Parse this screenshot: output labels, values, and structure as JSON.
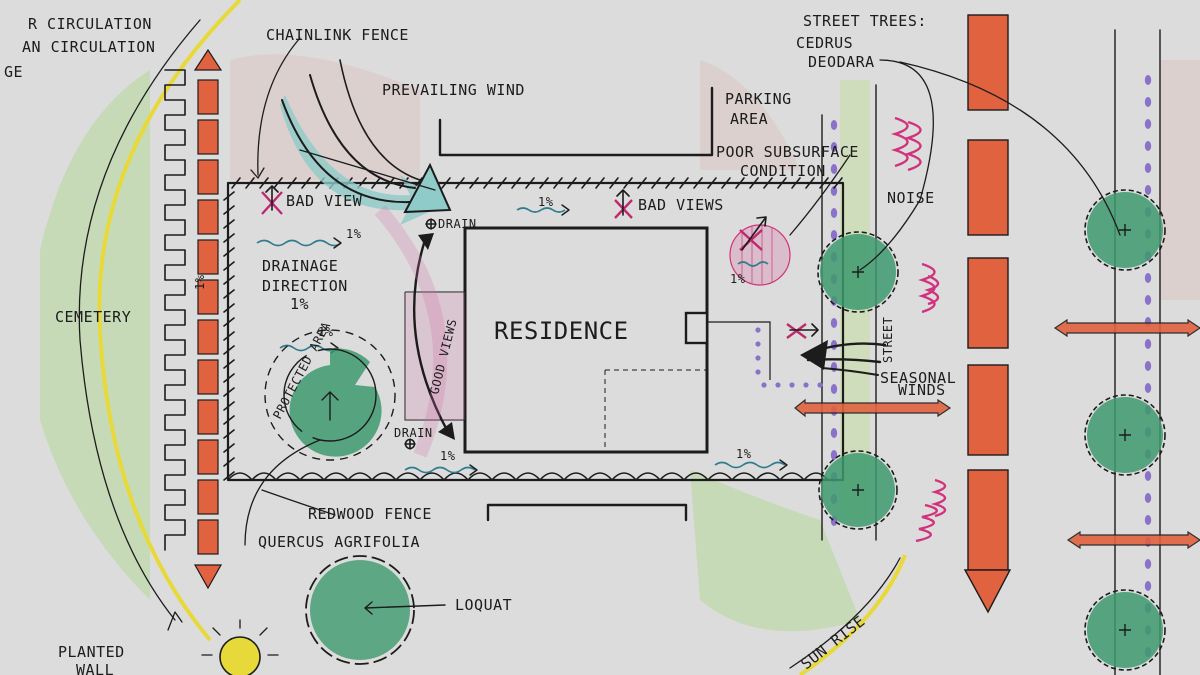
{
  "labels": {
    "car_circulation": "R CIRCULATION",
    "pedestrian_circulation": "AN CIRCULATION",
    "edge": "GE",
    "chainlink_fence": "CHAINLINK FENCE",
    "prevailing_wind": "PREVAILING WIND",
    "parking_area_1": "PARKING",
    "parking_area_2": "AREA",
    "street_trees_1": "STREET TREES:",
    "street_trees_2": "CEDRUS",
    "street_trees_3": "DEODARA",
    "poor_subsurface_1": "POOR SUBSURFACE",
    "poor_subsurface_2": "CONDITION",
    "noise": "NOISE",
    "bad_view": "BAD VIEW",
    "bad_views": "BAD VIEWS",
    "drain_top": "DRAIN",
    "drain_bottom": "DRAIN",
    "drainage_1": "DRAINAGE",
    "drainage_2": "DIRECTION",
    "drainage_pct": "1%",
    "cemetery": "CEMETERY",
    "residence": "RESIDENCE",
    "good_views": "GOOD VIEWS",
    "protected_area": "PROTECTED AREA",
    "seasonal_1": "SEASONAL",
    "seasonal_2": "WINDS",
    "street": "STREET",
    "redwood_fence": "REDWOOD FENCE",
    "quercus": "QUERCUS AGRIFOLIA",
    "loquat": "LOQUAT",
    "planted_1": "PLANTED",
    "planted_2": "WALL",
    "sun_rise": "SUN RISE",
    "slope_a": "1%",
    "slope_b": "1%",
    "slope_c": "1%",
    "slope_d": "1%",
    "slope_e": "1%",
    "slope_f": "1%",
    "slope_g": "1%"
  },
  "colors": {
    "background": "#dcdcdc",
    "ink": "#1c1c1c",
    "tree_green": "#3e9a6e",
    "road_red": "#e0623f",
    "sun_yellow": "#e8d93a",
    "noise_magenta": "#d2317c",
    "wind_teal": "#8fcbc8",
    "hatch_red": "#c9807a",
    "pedestrian_purple": "#8a72c9",
    "planting_green": "#a9d58b"
  }
}
